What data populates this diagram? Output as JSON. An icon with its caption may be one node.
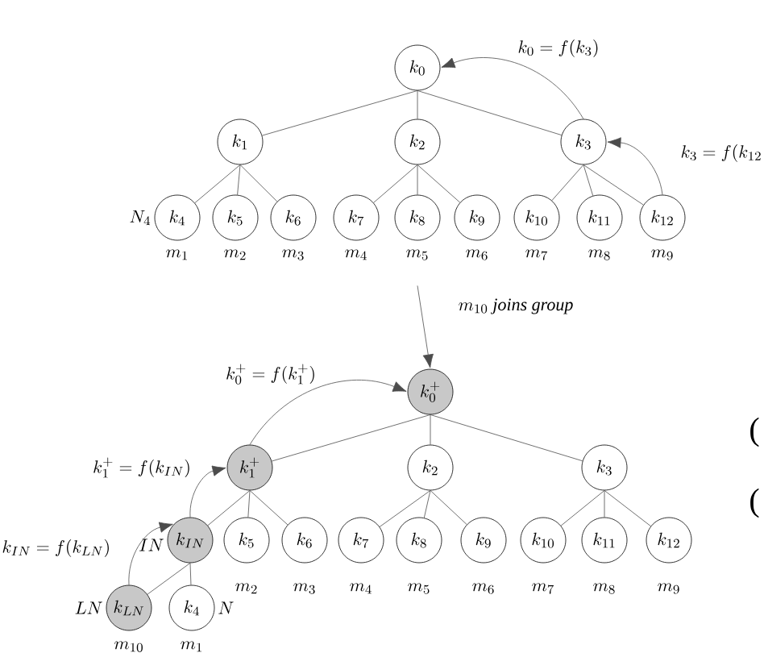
{
  "diagram": {
    "nodes": [
      {
        "text": [
          "k_{0}"
        ]
      },
      {
        "text": [
          "k_{1}"
        ]
      },
      {
        "text": [
          "k_{2}"
        ]
      },
      {
        "text": [
          "k_{3}"
        ]
      },
      {
        "text": [
          "k_{4}"
        ],
        "beside": [
          "N_{4}",
          "m_{1}"
        ]
      },
      {
        "text": [
          "k_{5}"
        ],
        "beside": [
          "m_{2}"
        ]
      },
      {
        "text": [
          "k_{6}"
        ],
        "beside": [
          "m_{3}"
        ]
      },
      {
        "text": [
          "k_{7}"
        ],
        "beside": [
          "m_{4}"
        ]
      },
      {
        "text": [
          "k_{8}"
        ],
        "beside": [
          "m_{5}"
        ]
      },
      {
        "text": [
          "k_{9}"
        ],
        "beside": [
          "m_{6}"
        ]
      },
      {
        "text": [
          "k_{10}"
        ],
        "beside": [
          "m_{7}"
        ]
      },
      {
        "text": [
          "k_{11}"
        ],
        "beside": [
          "m_{8}"
        ]
      },
      {
        "text": [
          "k_{12}"
        ],
        "beside": [
          "m_{9}"
        ]
      },
      {
        "text": [
          "k_{0}^{+}"
        ]
      },
      {
        "text": [
          "k_{1}^{+}"
        ]
      },
      {
        "text": [
          "k_{2}"
        ]
      },
      {
        "text": [
          "k_{3}"
        ]
      },
      {
        "text": [
          "k_{IN}"
        ],
        "beside": [
          "IN"
        ]
      },
      {
        "text": [
          "k_{5}"
        ],
        "beside": [
          "m_{2}"
        ]
      },
      {
        "text": [
          "k_{6}"
        ],
        "beside": [
          "m_{3}"
        ]
      },
      {
        "text": [
          "k_{7}"
        ],
        "beside": [
          "m_{4}"
        ]
      },
      {
        "text": [
          "k_{8}"
        ],
        "beside": [
          "m_{5}"
        ]
      },
      {
        "text": [
          "k_{9}"
        ],
        "beside": [
          "m_{6}"
        ]
      },
      {
        "text": [
          "k_{10}"
        ],
        "beside": [
          "m_{7}"
        ]
      },
      {
        "text": [
          "k_{11}"
        ],
        "beside": [
          "m_{8}"
        ]
      },
      {
        "text": [
          "k_{12}"
        ],
        "beside": [
          "m_{9}"
        ]
      },
      {
        "text": [
          "k_{LN}"
        ],
        "beside": [
          "LN",
          "m_{10}"
        ]
      },
      {
        "text": [
          "k_{4}"
        ],
        "beside": [
          "N",
          "m_{1}"
        ]
      }
    ],
    "edges": [
      {
        "from": 0,
        "to": 1,
        "arrow": "none"
      },
      {
        "from": 0,
        "to": 2,
        "arrow": "none"
      },
      {
        "from": 0,
        "to": 3,
        "arrow": "none"
      },
      {
        "from": 1,
        "to": 4,
        "arrow": "none"
      },
      {
        "from": 1,
        "to": 5,
        "arrow": "none"
      },
      {
        "from": 1,
        "to": 6,
        "arrow": "none"
      },
      {
        "from": 2,
        "to": 7,
        "arrow": "none"
      },
      {
        "from": 2,
        "to": 8,
        "arrow": "none"
      },
      {
        "from": 2,
        "to": 9,
        "arrow": "none"
      },
      {
        "from": 3,
        "to": 10,
        "arrow": "none"
      },
      {
        "from": 3,
        "to": 11,
        "arrow": "none"
      },
      {
        "from": 3,
        "to": 12,
        "arrow": "none"
      },
      {
        "from": 3,
        "to": 0,
        "arrow": "to",
        "label": "k_{0} = f(k_{3})"
      },
      {
        "from": 12,
        "to": 3,
        "arrow": "to",
        "label": "k_{3} = f(k_{12}"
      },
      {
        "from": 8,
        "to": 13,
        "arrow": "to",
        "label": "m_{10}\\ \\textit{joins group}"
      },
      {
        "from": 13,
        "to": 14,
        "arrow": "none"
      },
      {
        "from": 13,
        "to": 15,
        "arrow": "none"
      },
      {
        "from": 13,
        "to": 16,
        "arrow": "none"
      },
      {
        "from": 14,
        "to": 17,
        "arrow": "none"
      },
      {
        "from": 14,
        "to": 18,
        "arrow": "none"
      },
      {
        "from": 14,
        "to": 19,
        "arrow": "none"
      },
      {
        "from": 15,
        "to": 20,
        "arrow": "none"
      },
      {
        "from": 15,
        "to": 21,
        "arrow": "none"
      },
      {
        "from": 15,
        "to": 22,
        "arrow": "none"
      },
      {
        "from": 16,
        "to": 23,
        "arrow": "none"
      },
      {
        "from": 16,
        "to": 24,
        "arrow": "none"
      },
      {
        "from": 16,
        "to": 25,
        "arrow": "none"
      },
      {
        "from": 17,
        "to": 26,
        "arrow": "none"
      },
      {
        "from": 17,
        "to": 27,
        "arrow": "none"
      },
      {
        "from": 14,
        "to": 13,
        "arrow": "to",
        "label": "k_{0}^{+} = f(k_{1}^{+})"
      },
      {
        "from": 17,
        "to": 14,
        "arrow": "to",
        "label": "k_{1}^{+} = f(k_{IN})"
      },
      {
        "from": 26,
        "to": 17,
        "arrow": "to",
        "label": "k_{IN} = f(k_{LN})"
      }
    ],
    "labels": [
      "(",
      "("
    ]
  }
}
